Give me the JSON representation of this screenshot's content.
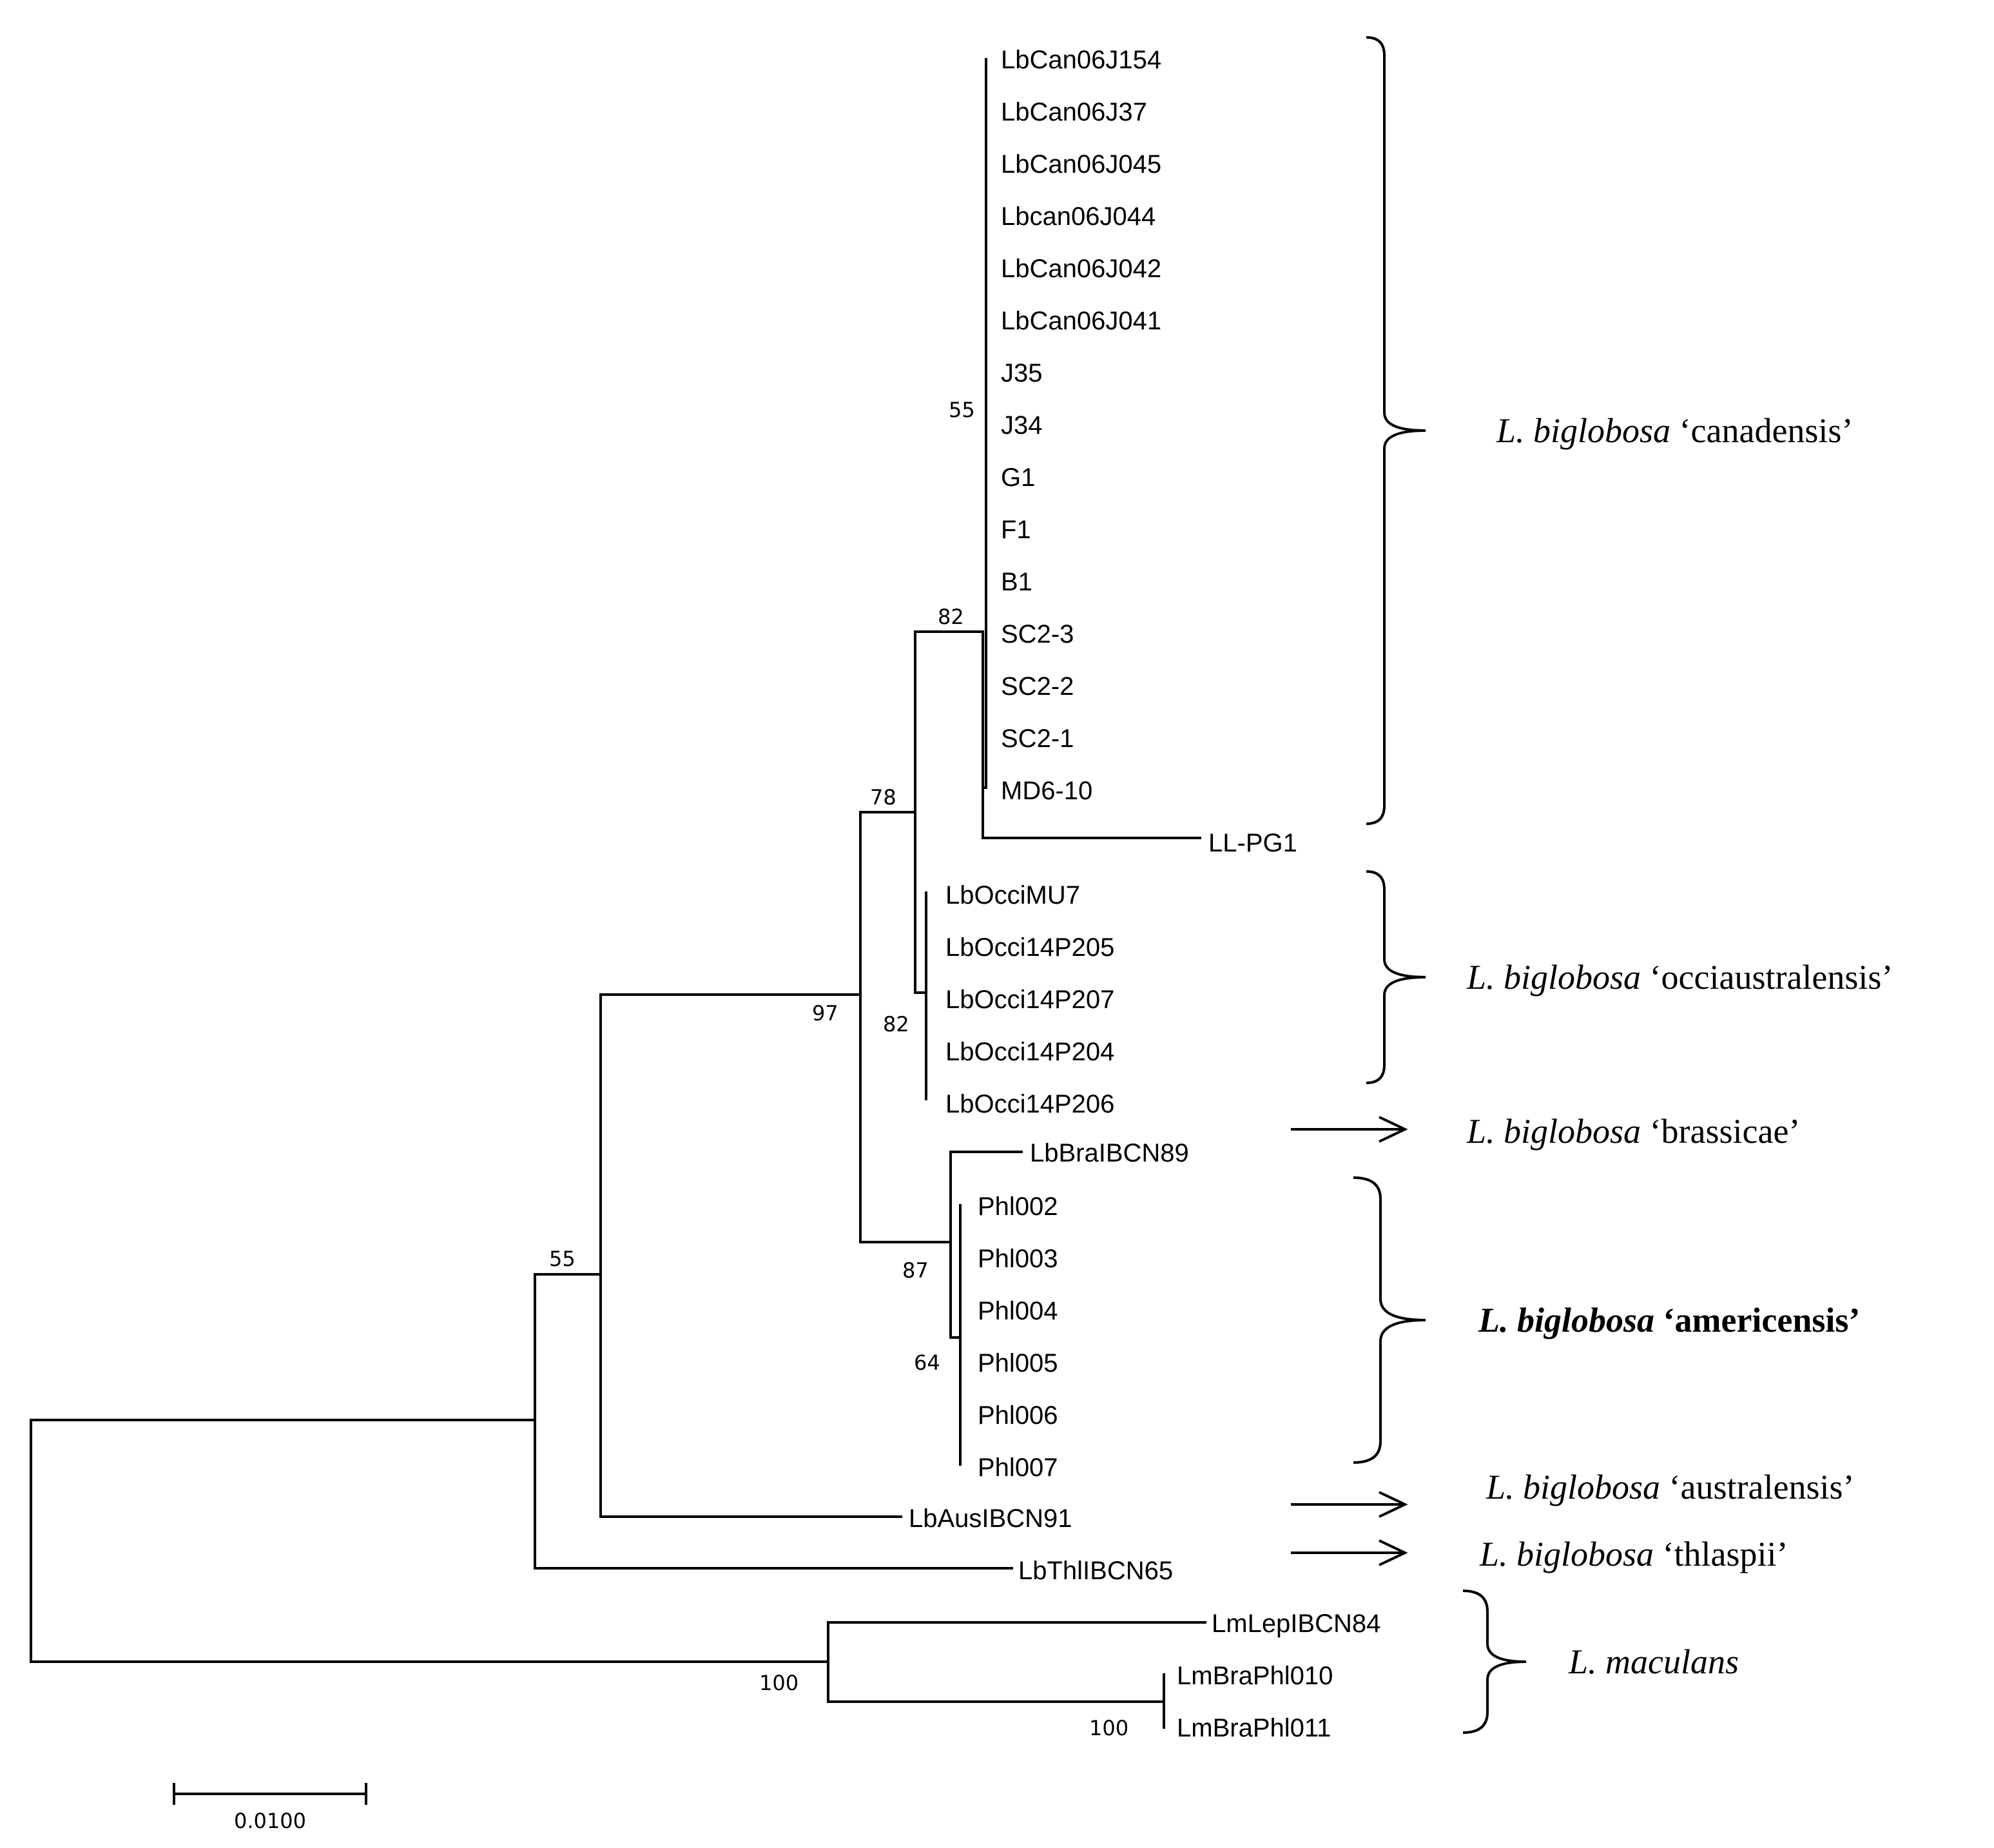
{
  "tips": {
    "t01": "LbCan06J154",
    "t02": "LbCan06J37",
    "t03": "LbCan06J045",
    "t04": "Lbcan06J044",
    "t05": "LbCan06J042",
    "t06": "LbCan06J041",
    "t07": "J35",
    "t08": "J34",
    "t09": "G1",
    "t10": "F1",
    "t11": "B1",
    "t12": "SC2-3",
    "t13": "SC2-2",
    "t14": "SC2-1",
    "t15": "MD6-10",
    "t16": "LL-PG1",
    "t17": "LbOcciMU7",
    "t18": "LbOcci14P205",
    "t19": "LbOcci14P207",
    "t20": "LbOcci14P204",
    "t21": "LbOcci14P206",
    "t22": "LbBraIBCN89",
    "t23": "Phl002",
    "t24": "Phl003",
    "t25": "Phl004",
    "t26": "Phl005",
    "t27": "Phl006",
    "t28": "Phl007",
    "t29": "LbAusIBCN91",
    "t30": "LbThlIBCN65",
    "t31": "LmLepIBCN84",
    "t32": "LmBraPhl010",
    "t33": "LmBraPhl011"
  },
  "bootstrap": {
    "b_can55": "55",
    "b_can82": "82",
    "b_78": "78",
    "b_occi82": "82",
    "b_97": "97",
    "b_87": "87",
    "b_64": "64",
    "b_55": "55",
    "b_mac100": "100",
    "b_mbra100": "100"
  },
  "clades": {
    "canadensis": {
      "genus": "L. biglobosa",
      "name": "‘canadensis’"
    },
    "occiaustralensis": {
      "genus": "L. biglobosa",
      "name": "‘occiaustralensis’"
    },
    "brassicae": {
      "genus": "L. biglobosa",
      "name": "‘brassicae’"
    },
    "americensis": {
      "genus": "L. biglobosa",
      "name": "‘americensis’"
    },
    "australensis": {
      "genus": "L. biglobosa",
      "name": "‘australensis’"
    },
    "thlaspii": {
      "genus": "L. biglobosa",
      "name": "‘thlaspii’"
    },
    "maculans": {
      "genus": "L. maculans"
    }
  },
  "scale_bar": {
    "label": "0.0100"
  }
}
